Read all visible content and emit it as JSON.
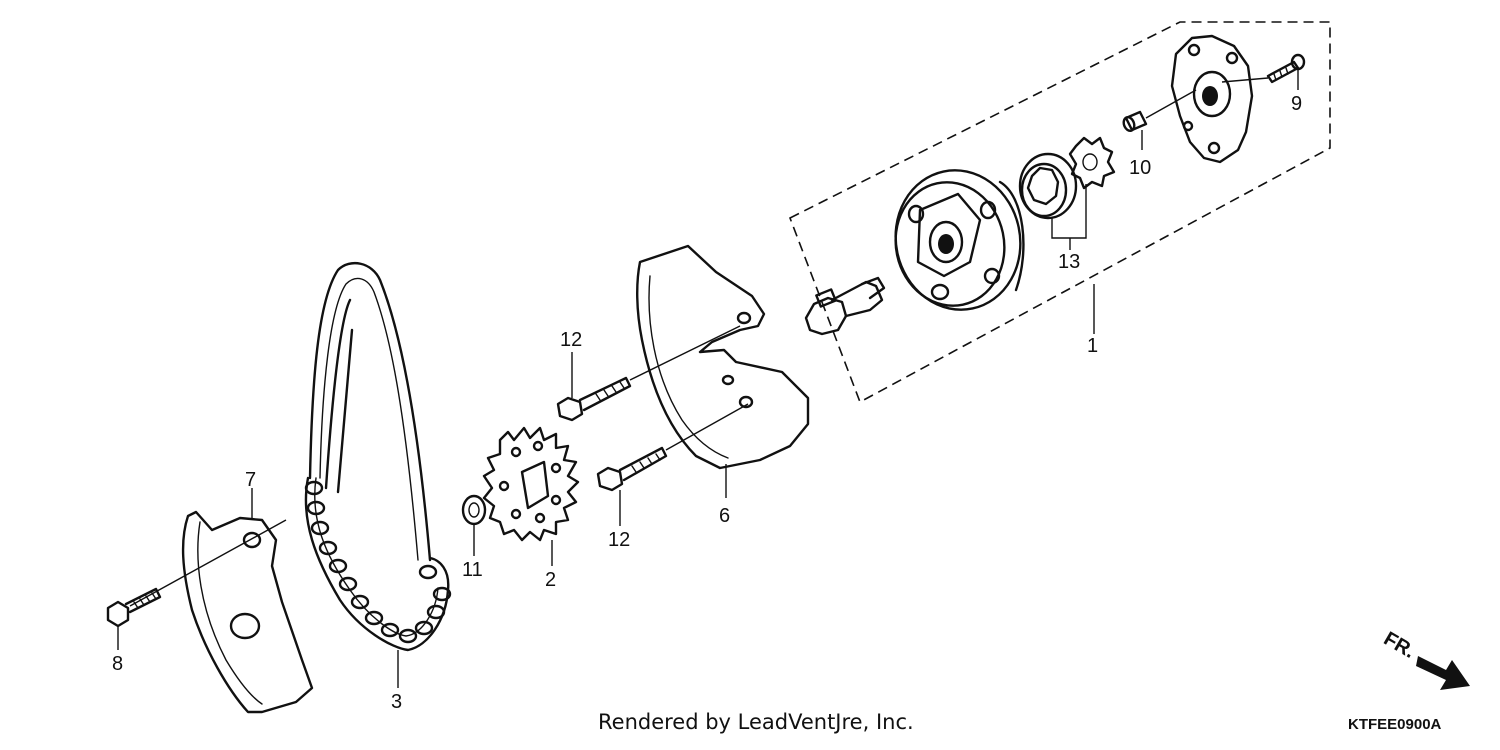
{
  "callouts": [
    {
      "id": "1",
      "text": "1"
    },
    {
      "id": "2",
      "text": "2"
    },
    {
      "id": "3",
      "text": "3"
    },
    {
      "id": "6",
      "text": "6"
    },
    {
      "id": "7",
      "text": "7"
    },
    {
      "id": "8",
      "text": "8"
    },
    {
      "id": "9",
      "text": "9"
    },
    {
      "id": "10",
      "text": "10"
    },
    {
      "id": "11",
      "text": "11"
    },
    {
      "id": "12a",
      "text": "12"
    },
    {
      "id": "12b",
      "text": "12"
    },
    {
      "id": "13",
      "text": "13"
    }
  ],
  "direction_label": "FR.",
  "credit": "Rendered by LeadVentJre, Inc.",
  "diagram_code": "KTFEE0900A"
}
